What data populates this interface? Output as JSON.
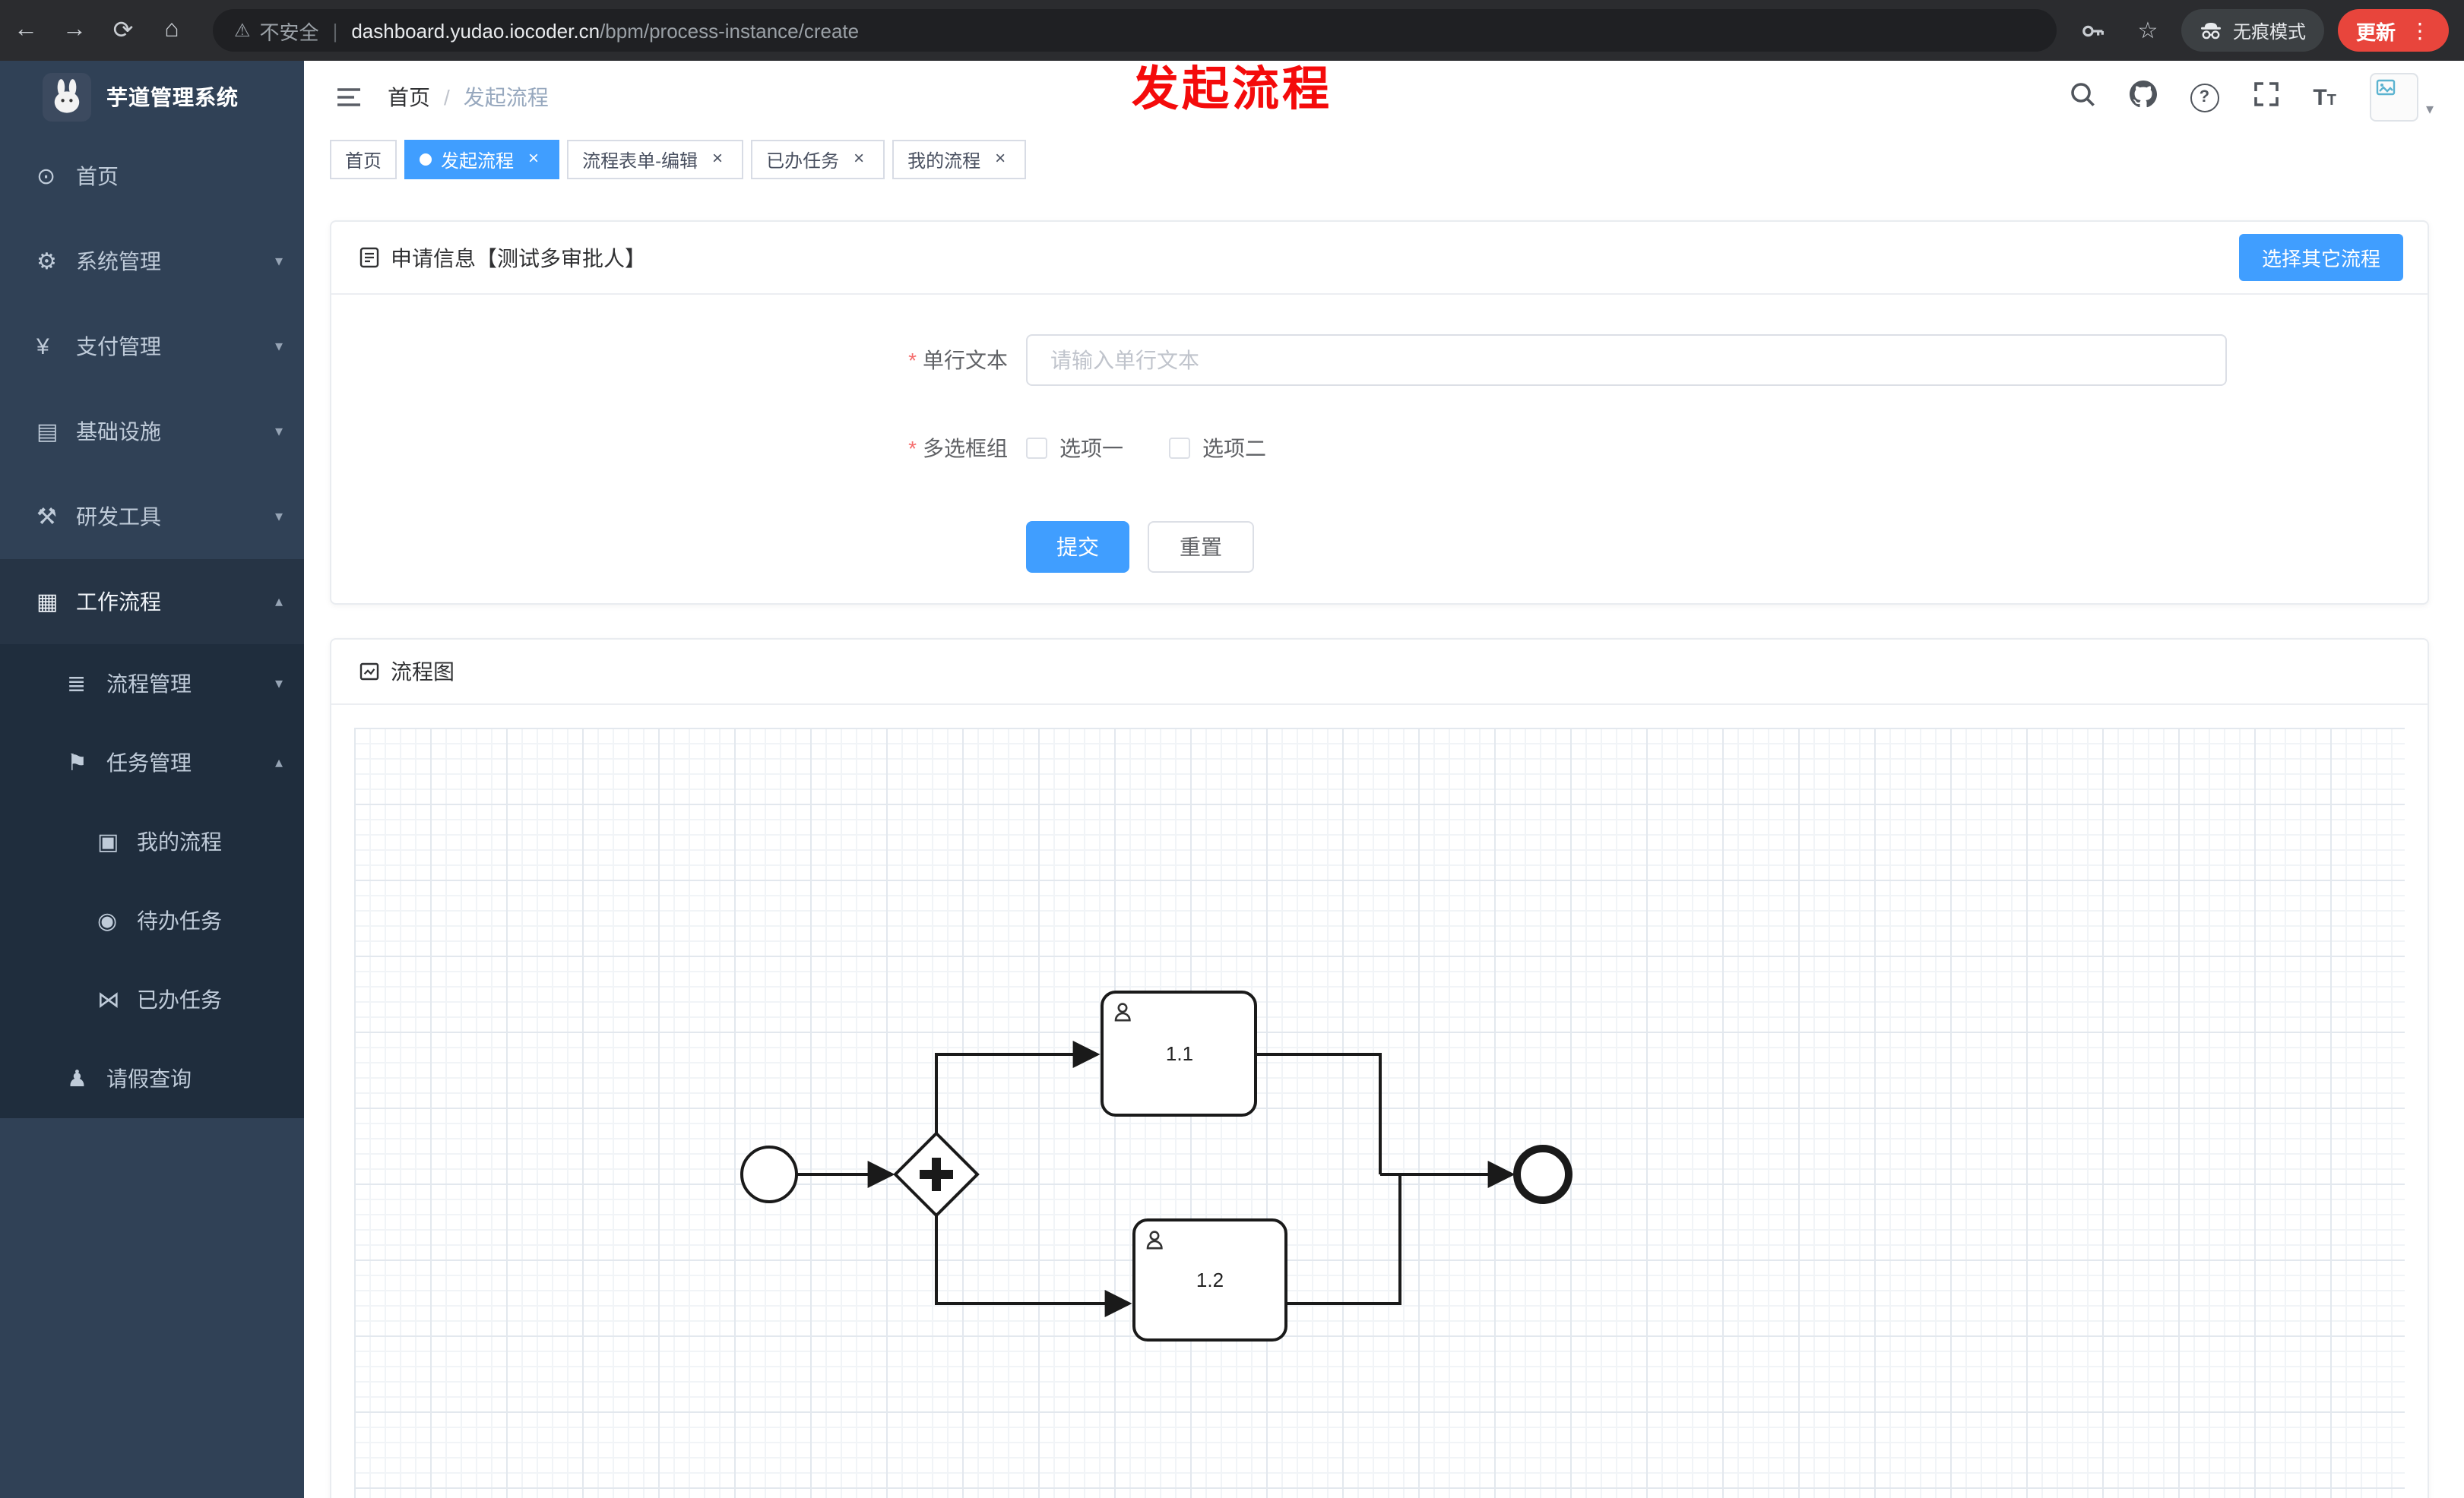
{
  "browser": {
    "security_label": "不安全",
    "url_domain": "dashboard.yudao.iocoder.cn",
    "url_path": "/bpm/process-instance/create",
    "incognito_label": "无痕模式",
    "update_button": "更新"
  },
  "app": {
    "title": "芋道管理系统"
  },
  "icons": {
    "dashboard": "⊙",
    "gear": "⚙",
    "payment": "¥",
    "infrastructure": "▤",
    "devtools": "⚒",
    "workflow": "▦",
    "process": "≣",
    "task": "⚑",
    "my_process": "▣",
    "todo": "◉",
    "done": "⋈",
    "leave": "♟"
  },
  "sidebar": {
    "items": [
      {
        "label": "首页"
      },
      {
        "label": "系统管理"
      },
      {
        "label": "支付管理"
      },
      {
        "label": "基础设施"
      },
      {
        "label": "研发工具"
      },
      {
        "label": "工作流程"
      },
      {
        "label": "流程管理"
      },
      {
        "label": "任务管理"
      },
      {
        "label": "我的流程"
      },
      {
        "label": "待办任务"
      },
      {
        "label": "已办任务"
      },
      {
        "label": "请假查询"
      }
    ]
  },
  "header": {
    "breadcrumb_home": "首页",
    "breadcrumb_separator": "/",
    "breadcrumb_current": "发起流程",
    "annotation": "发起流程"
  },
  "tabs": [
    {
      "label": "首页",
      "active": false,
      "closable": false
    },
    {
      "label": "发起流程",
      "active": true,
      "closable": true
    },
    {
      "label": "流程表单-编辑",
      "active": false,
      "closable": true
    },
    {
      "label": "已办任务",
      "active": false,
      "closable": true
    },
    {
      "label": "我的流程",
      "active": false,
      "closable": true
    }
  ],
  "apply_card": {
    "title": "申请信息【测试多审批人】",
    "select_other_button": "选择其它流程",
    "single_line_label": "单行文本",
    "single_line_placeholder": "请输入单行文本",
    "single_line_value": "",
    "checkbox_group_label": "多选框组",
    "options": [
      {
        "label": "选项一",
        "checked": false
      },
      {
        "label": "选项二",
        "checked": false
      }
    ],
    "submit_button": "提交",
    "reset_button": "重置"
  },
  "diagram_card": {
    "title": "流程图",
    "nodes": [
      {
        "type": "user-task",
        "label": "1.1"
      },
      {
        "type": "user-task",
        "label": "1.2"
      }
    ]
  },
  "colors": {
    "accent": "#409eff",
    "annotation": "#f40b0b",
    "update_button": "#e8453c",
    "sidebar_bg": "#304156"
  }
}
